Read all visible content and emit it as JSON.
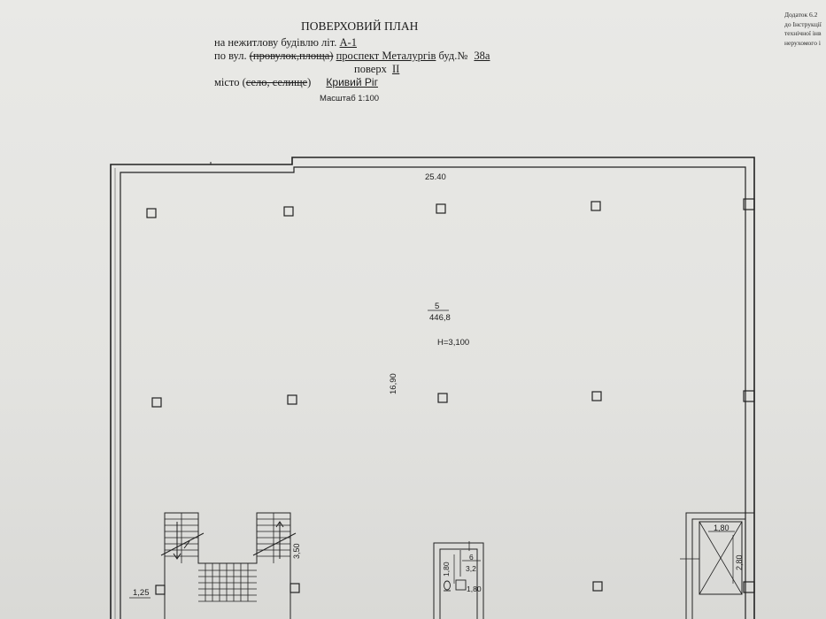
{
  "header": {
    "title": "ПОВЕРХОВИЙ ПЛАН",
    "line1_prefix": "на нежитлову будівлю  літ.",
    "line1_value": "А-1",
    "line2_prefix": "по вул.",
    "line2_struck": "(провулок,площа)",
    "line2_value": "проспект Металургів",
    "line2_bud_label": "буд.№",
    "line2_bud_value": "38а",
    "floor_label": "поверх",
    "floor_value": "II",
    "city_label": "місто (",
    "city_struck": "село, селище",
    "city_close": ")",
    "city_value": "Кривий Ріг",
    "scale": "Масштаб 1:100"
  },
  "appendix": {
    "line1": "Додаток 6.2",
    "line2": "до Інструкції",
    "line3": "технічної інв",
    "line4": "нерухомого і"
  },
  "plan": {
    "width_label": "25.40",
    "height_label": "16,90",
    "room5_number": "5",
    "room5_area": "446,8",
    "ceiling_height": "H=3,100",
    "stair_dim": "3,50",
    "corner_dim": "1,25",
    "room6_number": "6",
    "room6_area": "3,2",
    "room6_width": "1,80",
    "room6_height": "1,80",
    "shaft_width": "1,80",
    "shaft_height": "2,80"
  }
}
